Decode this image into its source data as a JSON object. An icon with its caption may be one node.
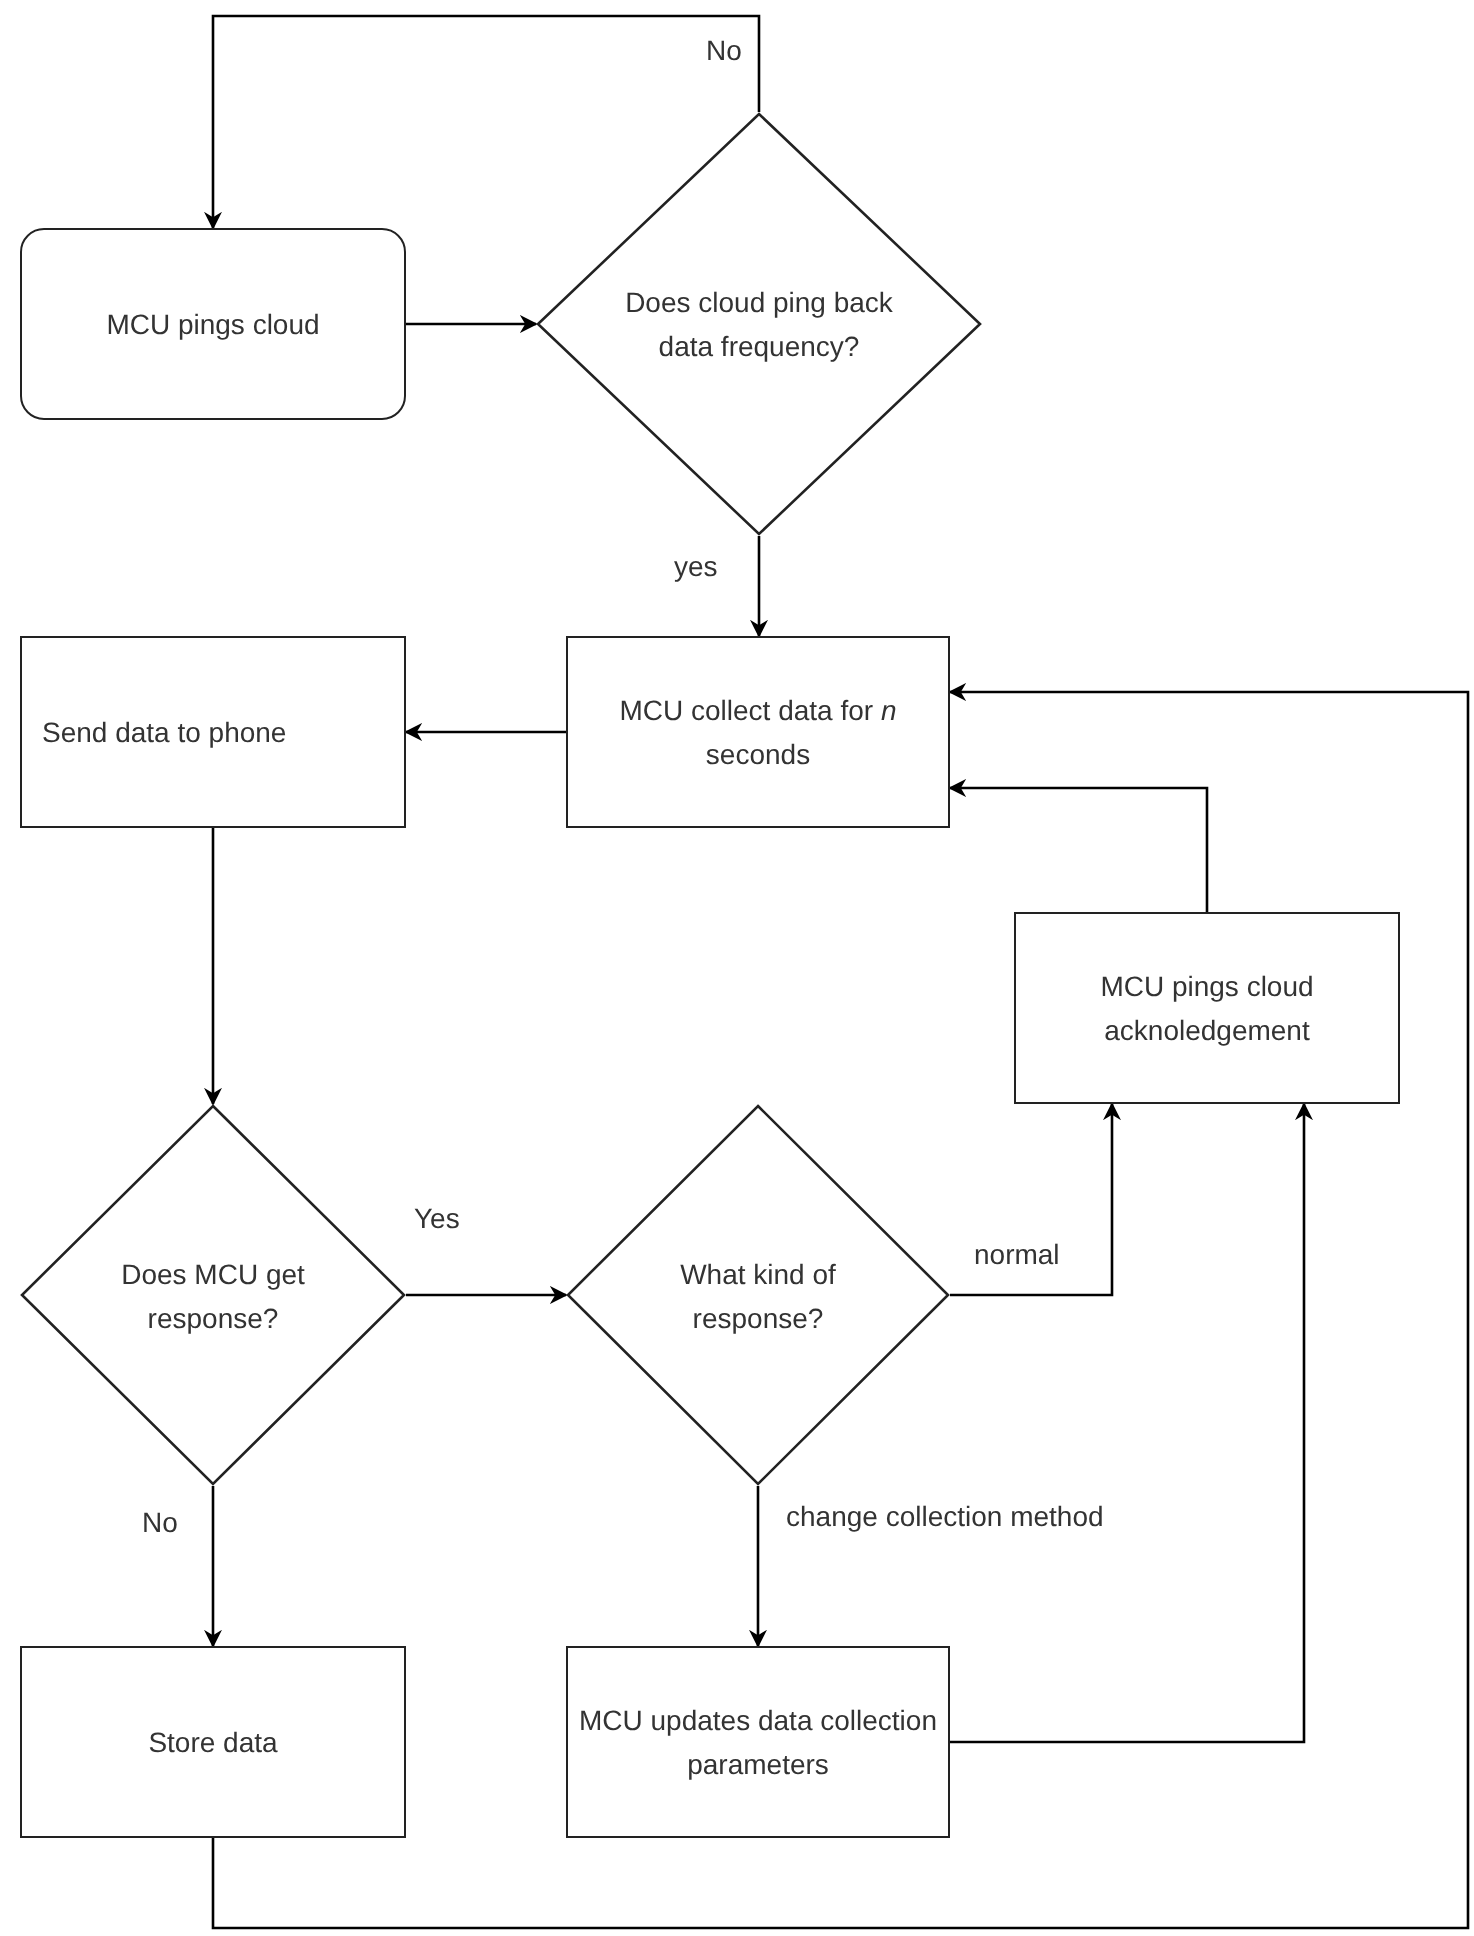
{
  "diagram": {
    "nodes": [
      {
        "text": [
          "MCU pings cloud"
        ]
      },
      {
        "text": [
          "Does cloud ping back data frequency?"
        ]
      },
      {
        "text": [
          "MCU collect data for *n* seconds"
        ]
      },
      {
        "text": [
          "Send data to phone"
        ]
      },
      {
        "text": [
          "Does MCU get response?"
        ]
      },
      {
        "text": [
          "What kind of response?"
        ]
      },
      {
        "text": [
          "MCU pings cloud acknoledgement"
        ]
      },
      {
        "text": [
          "Store data"
        ]
      },
      {
        "text": [
          "MCU updates data collection parameters"
        ]
      }
    ],
    "edges": [
      {
        "from": 0,
        "to": 1,
        "arrow": "to"
      },
      {
        "from": 1,
        "to": 0,
        "arrow": "to",
        "label": "No"
      },
      {
        "from": 1,
        "to": 2,
        "arrow": "to",
        "label": "yes"
      },
      {
        "from": 2,
        "to": 3,
        "arrow": "to"
      },
      {
        "from": 3,
        "to": 4,
        "arrow": "to"
      },
      {
        "from": 4,
        "to": 5,
        "arrow": "to",
        "label": "Yes"
      },
      {
        "from": 4,
        "to": 7,
        "arrow": "to",
        "label": "No"
      },
      {
        "from": 5,
        "to": 6,
        "arrow": "to",
        "label": "normal"
      },
      {
        "from": 5,
        "to": 8,
        "arrow": "to",
        "label": "change collection method"
      },
      {
        "from": 8,
        "to": 6,
        "arrow": "to"
      },
      {
        "from": 6,
        "to": 2,
        "arrow": "to"
      },
      {
        "from": 7,
        "to": 2,
        "arrow": "to"
      }
    ]
  }
}
